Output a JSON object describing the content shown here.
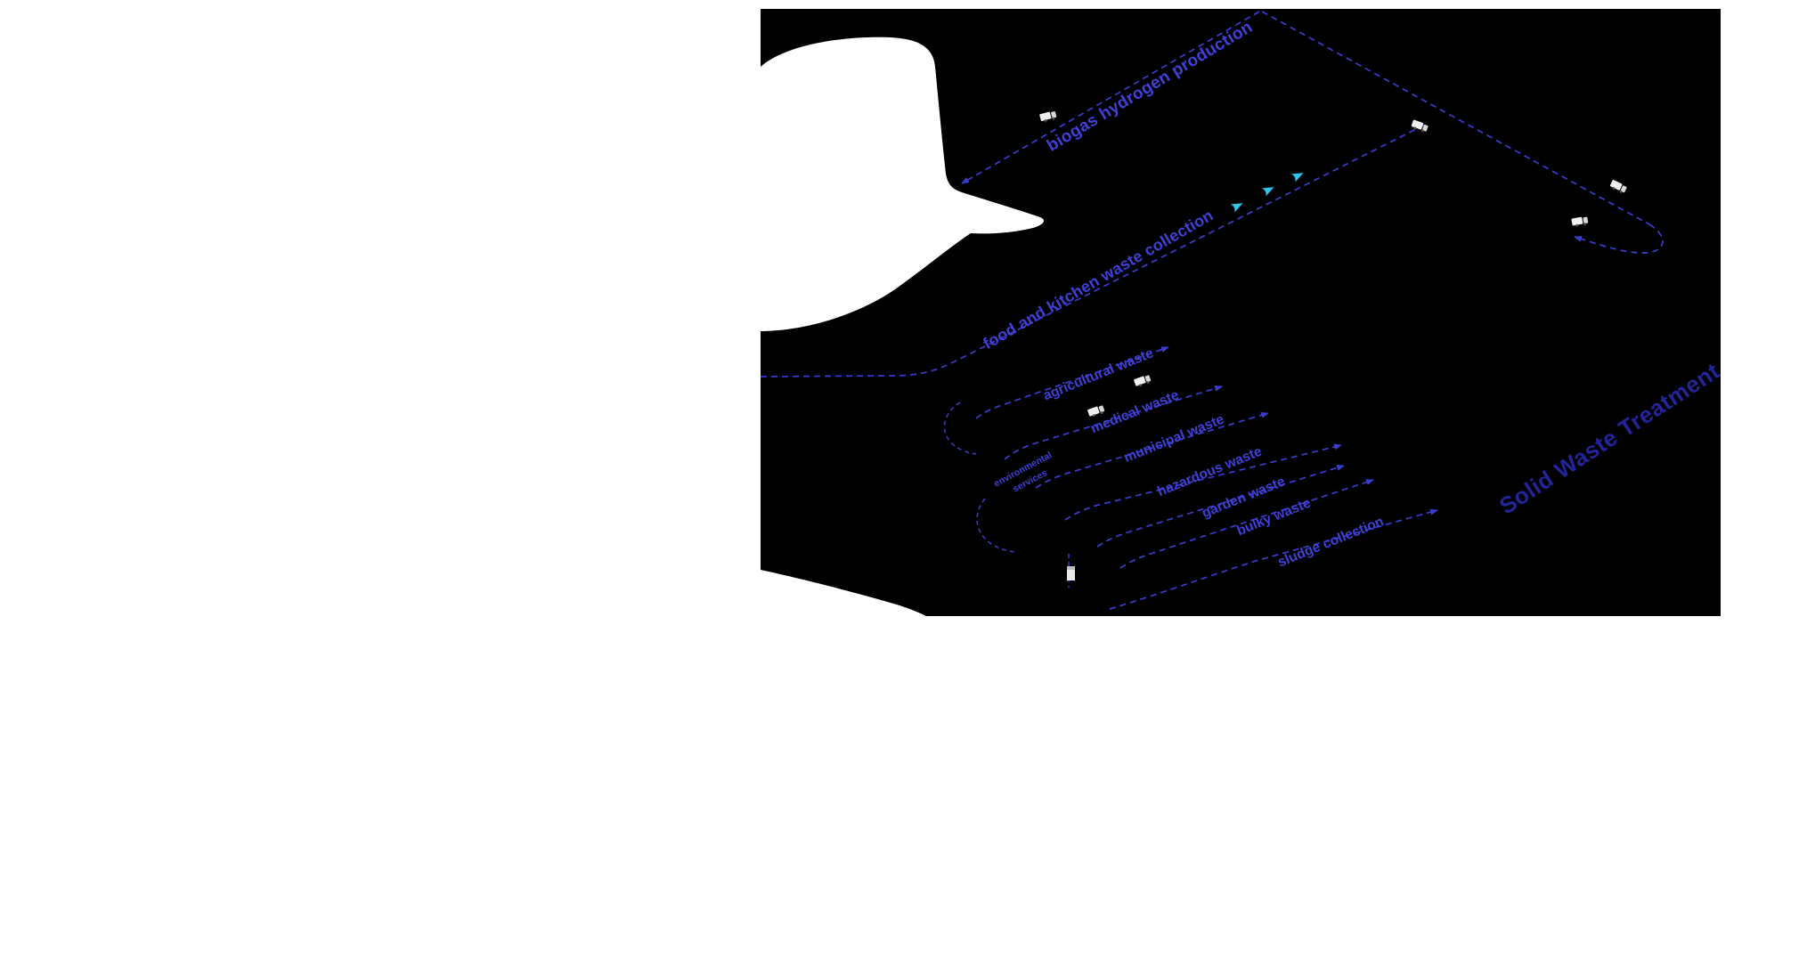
{
  "diagram": {
    "title": "Solid Waste Treatment",
    "routes": {
      "biogas": "biogas hydrogen production",
      "food": "food and kitchen waste collection",
      "agricultural": "agricultural waste",
      "medical": "medical waste",
      "municipal": "municipal waste",
      "hazardous": "hazardous waste",
      "garden": "garden waste",
      "bulky": "bulky waste",
      "sludge": "sludge collection",
      "env_line1": "environmental",
      "env_line2": "services"
    }
  },
  "colors": {
    "panel": "#000000",
    "background": "#ffffff",
    "route": "#3a3ccf",
    "label": "#4040d8",
    "title": "#23239a",
    "cyan_arrow": "#2ec5ea",
    "truck_body": "#f0f0f0",
    "truck_cab": "#d8d8d8",
    "truck_wheel": "#555555"
  }
}
